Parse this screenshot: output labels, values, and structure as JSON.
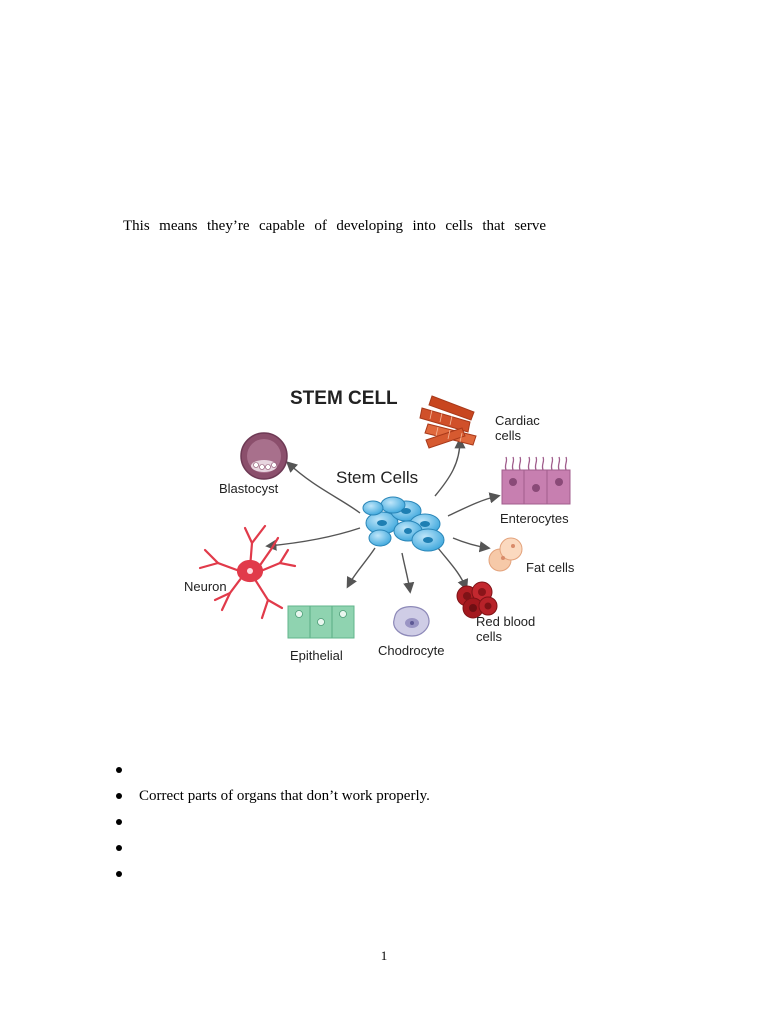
{
  "intro_line": "This means they’re capable of developing into cells that serve",
  "figure": {
    "title": "STEM CELL",
    "center_label": "Stem Cells",
    "labels": {
      "cardiac": [
        "Cardiac",
        "cells"
      ],
      "blastocyst": "Blastocyst",
      "enterocytes": "Enterocytes",
      "fat": "Fat cells",
      "neuron": "Neuron",
      "rbc": [
        "Red blood",
        "cells"
      ],
      "epithelial": "Epithelial",
      "chondrocyte": "Chodrocyte"
    },
    "colors": {
      "stem": "#3aa6dc",
      "cardiac": "#d0502a",
      "blastocyst": "#8b4f6c",
      "enterocyte": "#c77fb0",
      "fat": "#f6c9a8",
      "neuron": "#e13a4a",
      "rbc": "#b01e24",
      "epithelial": "#8fd3b0",
      "chondrocyte": "#9a95c4",
      "arrow": "#555555"
    }
  },
  "bullets": [
    "",
    "Correct parts of organs that don’t work properly.",
    "",
    "",
    ""
  ],
  "page_number": "1"
}
